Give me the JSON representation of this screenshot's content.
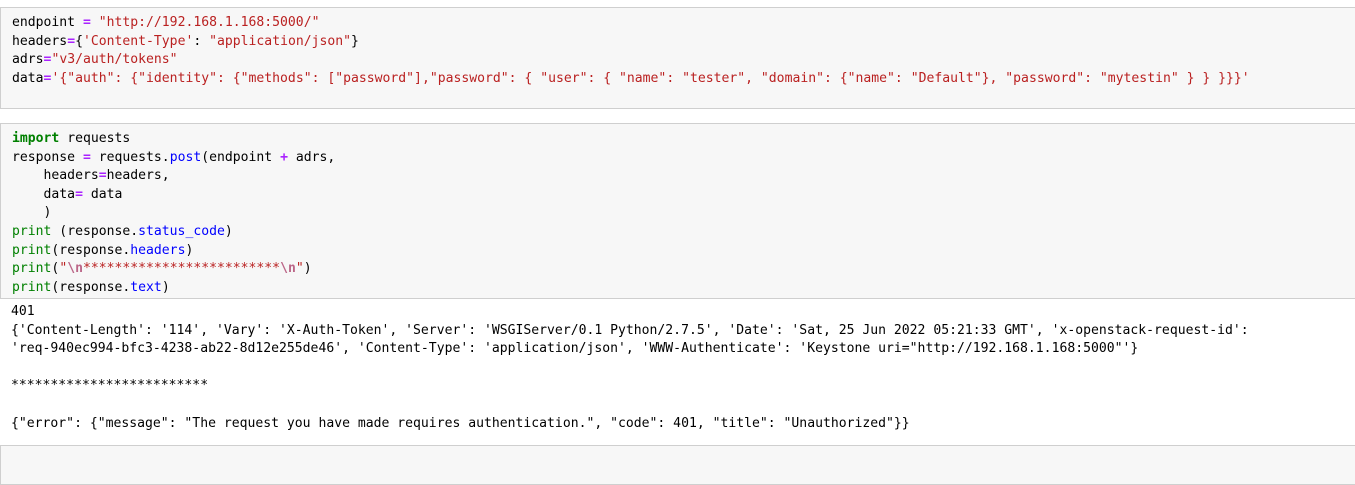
{
  "app": {
    "type": "jupyter-notebook",
    "background": "#ffffff",
    "cell_background": "#f7f7f7",
    "cell_border": "#cfcfcf"
  },
  "colors": {
    "keyword": "#008000",
    "string": "#ba2121",
    "operator": "#aa22ff",
    "attribute": "#0000ff",
    "escape": "#bb6688",
    "text": "#000000"
  },
  "cells": [
    {
      "name": "config-cell",
      "lines": [
        {
          "tokens": [
            {
              "t": "endpoint ",
              "c": "plain"
            },
            {
              "t": "=",
              "c": "op"
            },
            {
              "t": " ",
              "c": "plain"
            },
            {
              "t": "\"http://192.168.1.168:5000/\"",
              "c": "str"
            }
          ]
        },
        {
          "tokens": [
            {
              "t": "headers",
              "c": "plain"
            },
            {
              "t": "=",
              "c": "op"
            },
            {
              "t": "{",
              "c": "plain"
            },
            {
              "t": "'Content-Type'",
              "c": "str"
            },
            {
              "t": ": ",
              "c": "plain"
            },
            {
              "t": "\"application/json\"",
              "c": "str"
            },
            {
              "t": "}",
              "c": "plain"
            }
          ]
        },
        {
          "tokens": [
            {
              "t": "adrs",
              "c": "plain"
            },
            {
              "t": "=",
              "c": "op"
            },
            {
              "t": "\"v3/auth/tokens\"",
              "c": "str"
            }
          ]
        },
        {
          "tokens": [
            {
              "t": "data",
              "c": "plain"
            },
            {
              "t": "=",
              "c": "op"
            },
            {
              "t": "'{\"auth\": {\"identity\": {\"methods\": [\"password\"],\"password\": { \"user\": { \"name\": \"tester\", \"domain\": {\"name\": \"Default\"}, \"password\": \"mytestin\" } } }}}'",
              "c": "str"
            }
          ]
        }
      ]
    },
    {
      "name": "request-cell",
      "lines": [
        {
          "tokens": [
            {
              "t": "import",
              "c": "kw"
            },
            {
              "t": " requests",
              "c": "plain"
            }
          ]
        },
        {
          "tokens": [
            {
              "t": "response ",
              "c": "plain"
            },
            {
              "t": "=",
              "c": "op"
            },
            {
              "t": " requests.",
              "c": "plain"
            },
            {
              "t": "post",
              "c": "call"
            },
            {
              "t": "(endpoint ",
              "c": "plain"
            },
            {
              "t": "+",
              "c": "op"
            },
            {
              "t": " adrs,",
              "c": "plain"
            }
          ]
        },
        {
          "tokens": [
            {
              "t": "    headers",
              "c": "plain"
            },
            {
              "t": "=",
              "c": "op"
            },
            {
              "t": "headers,",
              "c": "plain"
            }
          ]
        },
        {
          "tokens": [
            {
              "t": "    data",
              "c": "plain"
            },
            {
              "t": "=",
              "c": "op"
            },
            {
              "t": " data",
              "c": "plain"
            }
          ]
        },
        {
          "tokens": [
            {
              "t": "    )",
              "c": "plain"
            }
          ]
        },
        {
          "tokens": [
            {
              "t": "print",
              "c": "fn"
            },
            {
              "t": " (response.",
              "c": "plain"
            },
            {
              "t": "status_code",
              "c": "attr"
            },
            {
              "t": ")",
              "c": "plain"
            }
          ]
        },
        {
          "tokens": [
            {
              "t": "print",
              "c": "fn"
            },
            {
              "t": "(response.",
              "c": "plain"
            },
            {
              "t": "headers",
              "c": "attr"
            },
            {
              "t": ")",
              "c": "plain"
            }
          ]
        },
        {
          "tokens": [
            {
              "t": "print",
              "c": "fn"
            },
            {
              "t": "(",
              "c": "plain"
            },
            {
              "t": "\"",
              "c": "str"
            },
            {
              "t": "\\n",
              "c": "esc"
            },
            {
              "t": "*************************",
              "c": "str"
            },
            {
              "t": "\\n",
              "c": "esc"
            },
            {
              "t": "\"",
              "c": "str"
            },
            {
              "t": ")",
              "c": "plain"
            }
          ]
        },
        {
          "tokens": [
            {
              "t": "print",
              "c": "fn"
            },
            {
              "t": "(response.",
              "c": "plain"
            },
            {
              "t": "text",
              "c": "attr"
            },
            {
              "t": ")",
              "c": "plain"
            }
          ]
        }
      ]
    }
  ],
  "output": {
    "name": "cell-output",
    "lines": [
      "401",
      "{'Content-Length': '114', 'Vary': 'X-Auth-Token', 'Server': 'WSGIServer/0.1 Python/2.7.5', 'Date': 'Sat, 25 Jun 2022 05:21:33 GMT', 'x-openstack-request-id':",
      "'req-940ec994-bfc3-4238-ab22-8d12e255de46', 'Content-Type': 'application/json', 'WWW-Authenticate': 'Keystone uri=\"http://192.168.1.168:5000\"'}",
      "",
      "*************************",
      "",
      "{\"error\": {\"message\": \"The request you have made requires authentication.\", \"code\": 401, \"title\": \"Unauthorized\"}}"
    ],
    "status_code": "401",
    "error_code": 401,
    "error_title": "Unauthorized",
    "error_message": "The request you have made requires authentication."
  },
  "next_cell": {
    "name": "empty-cell",
    "content": ""
  }
}
